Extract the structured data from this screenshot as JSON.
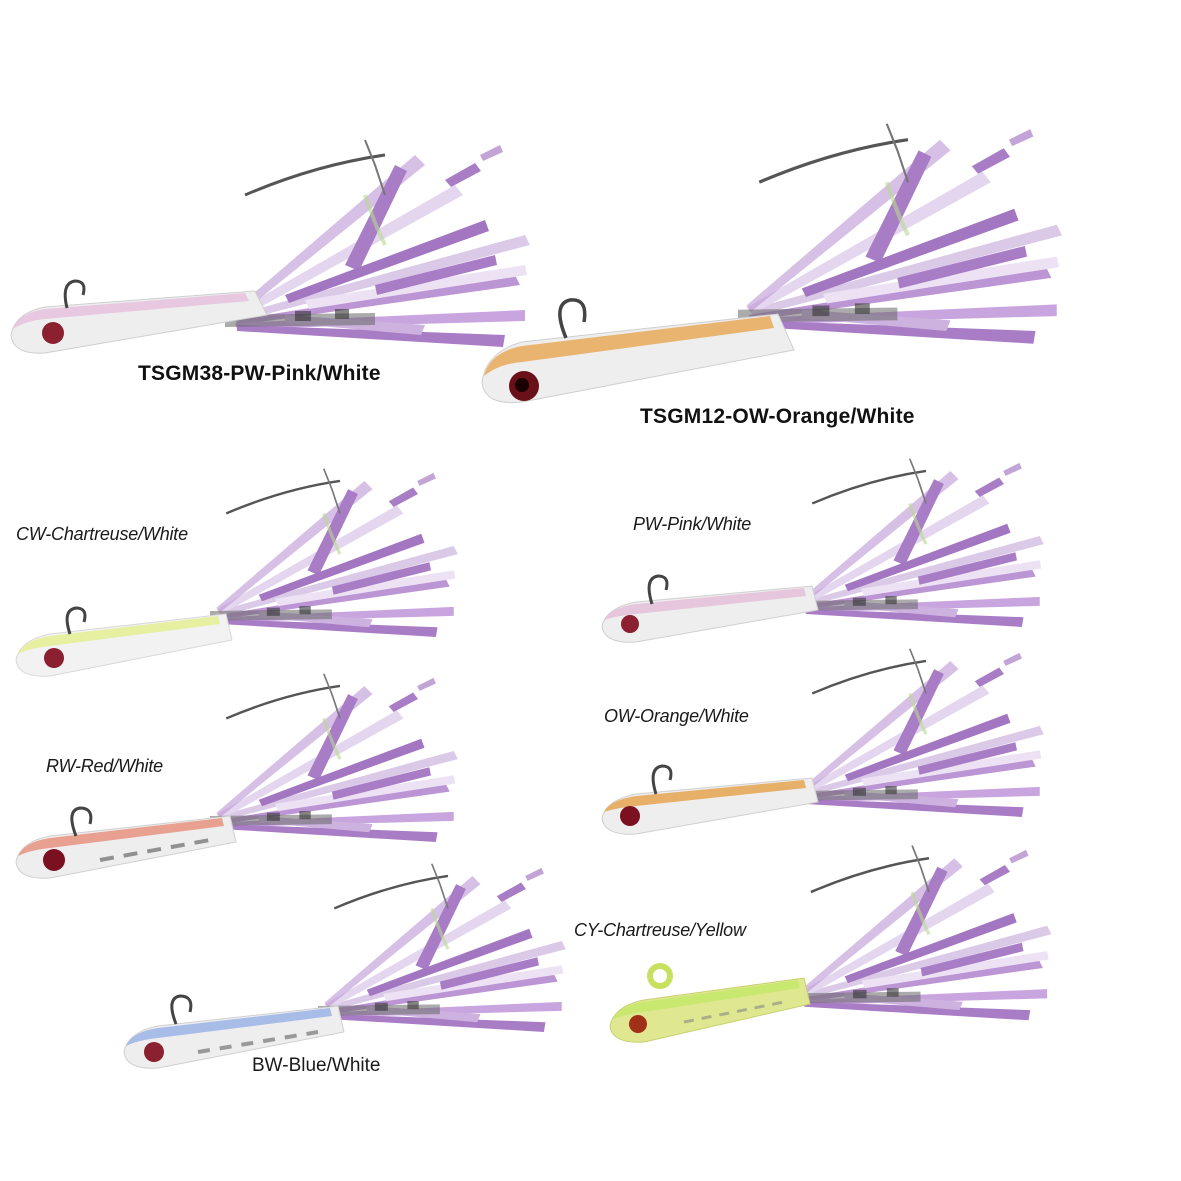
{
  "page": {
    "background": "#ffffff",
    "description": "Product color chart of jig lures with purple flash skirts"
  },
  "lures": [
    {
      "id": "tsgm38-pw",
      "label": "TSGM38-PW-Pink/White",
      "label_style": "bold",
      "head_color": "#e8c8e0",
      "body_color": "#eeeeee",
      "eye_color": "#8a2030"
    },
    {
      "id": "tsgm12-ow",
      "label": "TSGM12-OW-Orange/White",
      "label_style": "bold",
      "head_color": "#e8b470",
      "body_color": "#eeeeee",
      "eye_color": "#6a1018"
    },
    {
      "id": "cw",
      "label": "CW-Chartreuse/White",
      "label_style": "italic",
      "head_color": "#e6f0a0",
      "body_color": "#f2f2f2",
      "eye_color": "#8a2030"
    },
    {
      "id": "pw",
      "label": "PW-Pink/White",
      "label_style": "italic",
      "head_color": "#e6c6dc",
      "body_color": "#eeeeee",
      "eye_color": "#8a2030"
    },
    {
      "id": "rw",
      "label": "RW-Red/White",
      "label_style": "italic",
      "head_color": "#e8a090",
      "body_color": "#eeeeee",
      "eye_color": "#7a1020"
    },
    {
      "id": "ow",
      "label": "OW-Orange/White",
      "label_style": "italic",
      "head_color": "#e6b068",
      "body_color": "#eeeeee",
      "eye_color": "#7a1020"
    },
    {
      "id": "bw",
      "label": "BW-Blue/White",
      "label_style": "plain",
      "head_color": "#a8bce8",
      "body_color": "#eeeeee",
      "eye_color": "#8a2030"
    },
    {
      "id": "cy",
      "label": "CY-Chartreuse/Yellow",
      "label_style": "italic",
      "head_color": "#c8e870",
      "body_color": "#dfe890",
      "eye_color": "#a03018"
    }
  ],
  "colors": {
    "skirt_purple": "#a070c0",
    "skirt_light": "#d8c4e6",
    "hook_gray": "#555555"
  }
}
